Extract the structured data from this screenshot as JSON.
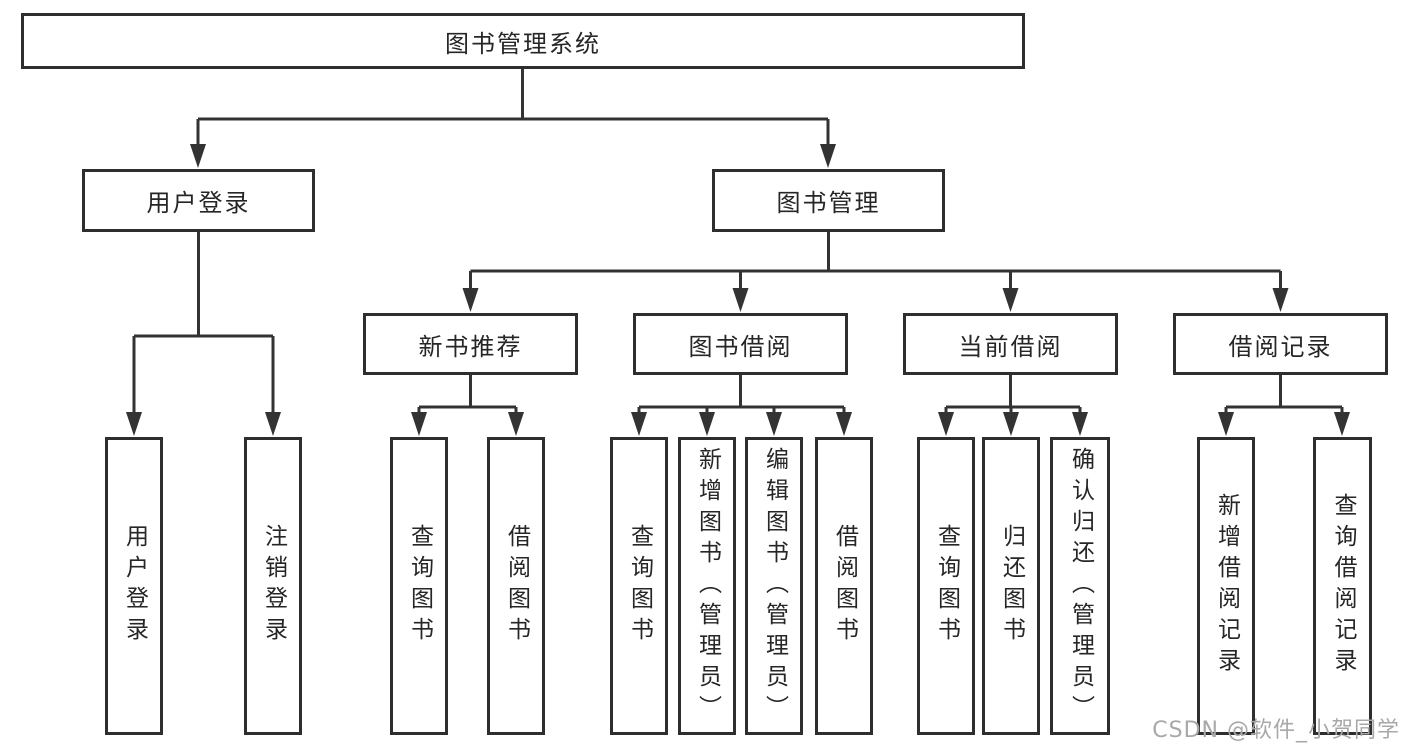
{
  "diagram": {
    "root": {
      "label": "图书管理系统"
    },
    "level2": [
      {
        "label": "用户登录"
      },
      {
        "label": "图书管理"
      }
    ],
    "level3": [
      {
        "label": "新书推荐"
      },
      {
        "label": "图书借阅"
      },
      {
        "label": "当前借阅"
      },
      {
        "label": "借阅记录"
      }
    ],
    "leaves": {
      "user_login": [
        {
          "label": "用户登录"
        },
        {
          "label": "注销登录"
        }
      ],
      "new_book": [
        {
          "label": "查询图书"
        },
        {
          "label": "借阅图书"
        }
      ],
      "book_borrow": [
        {
          "label": "查询图书"
        },
        {
          "label": "新增图书（管理员）"
        },
        {
          "label": "编辑图书（管理员）"
        },
        {
          "label": "借阅图书"
        }
      ],
      "current_borrow": [
        {
          "label": "查询图书"
        },
        {
          "label": "归还图书"
        },
        {
          "label": "确认归还（管理员）"
        }
      ],
      "borrow_record": [
        {
          "label": "新增借阅记录"
        },
        {
          "label": "查询借阅记录"
        }
      ]
    },
    "watermark": "CSDN @软件_小贺同学",
    "colors": {
      "line": "#333333",
      "border": "#2e2e2e",
      "text": "#262626",
      "watermark": "#a8a8a8",
      "background": "#ffffff"
    }
  }
}
